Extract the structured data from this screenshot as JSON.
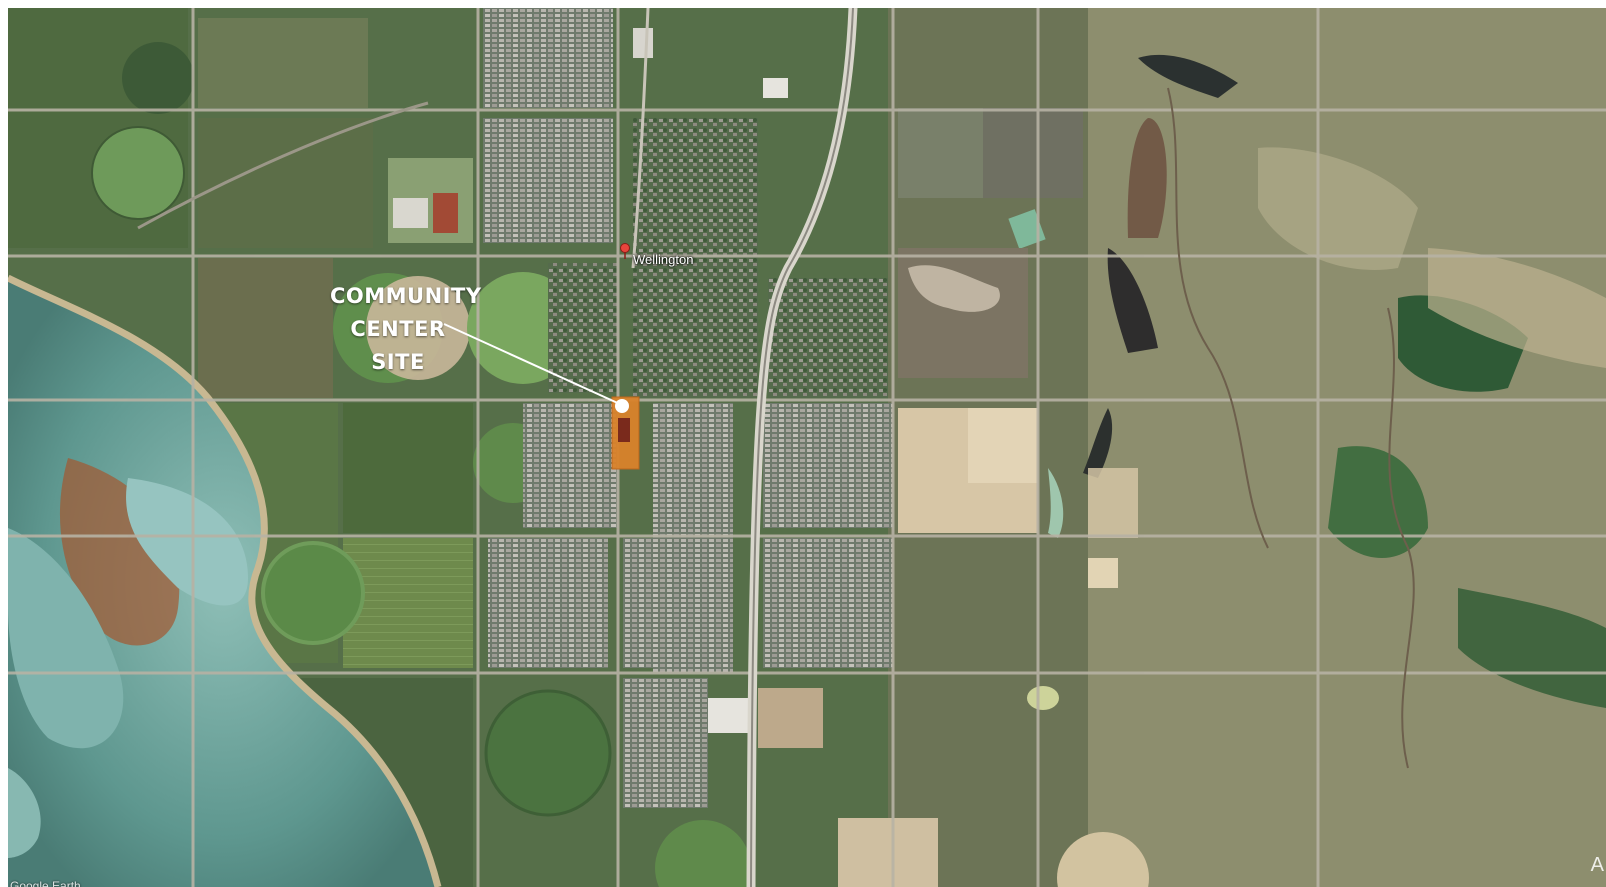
{
  "map": {
    "type": "aerial-satellite",
    "place_label": "Wellington",
    "place_marker_icon": "map-pin-icon",
    "callout": {
      "lines": [
        "COMMUNITY",
        "CENTER",
        "SITE"
      ],
      "text_color": "#ffffff",
      "marker_color": "#ffffff"
    },
    "site_highlight_color": "#d9822b",
    "attribution": "Google Earth",
    "edge_glyph": "A"
  }
}
